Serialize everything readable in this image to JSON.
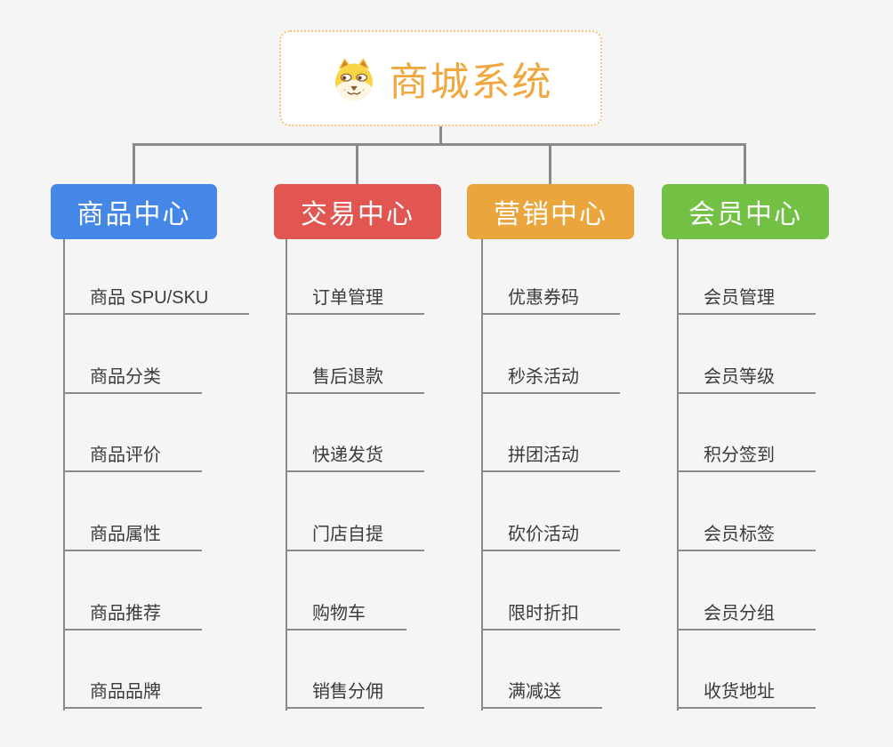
{
  "root": {
    "title": "商城系统",
    "icon": "dog-face-icon",
    "title_color": "#F0A73D",
    "border_color": "#F6C37A"
  },
  "connector_color": "#8A8A8A",
  "background_color": "#F5F5F5",
  "branches": [
    {
      "label": "商品中心",
      "color": "#4587E6",
      "items": [
        "商品 SPU/SKU",
        "商品分类",
        "商品评价",
        "商品属性",
        "商品推荐",
        "商品品牌"
      ]
    },
    {
      "label": "交易中心",
      "color": "#E25652",
      "items": [
        "订单管理",
        "售后退款",
        "快递发货",
        "门店自提",
        "购物车",
        "销售分佣"
      ]
    },
    {
      "label": "营销中心",
      "color": "#EAA63C",
      "items": [
        "优惠券码",
        "秒杀活动",
        "拼团活动",
        "砍价活动",
        "限时折扣",
        "满减送"
      ]
    },
    {
      "label": "会员中心",
      "color": "#72C044",
      "items": [
        "会员管理",
        "会员等级",
        "积分签到",
        "会员标签",
        "会员分组",
        "收货地址"
      ]
    }
  ]
}
